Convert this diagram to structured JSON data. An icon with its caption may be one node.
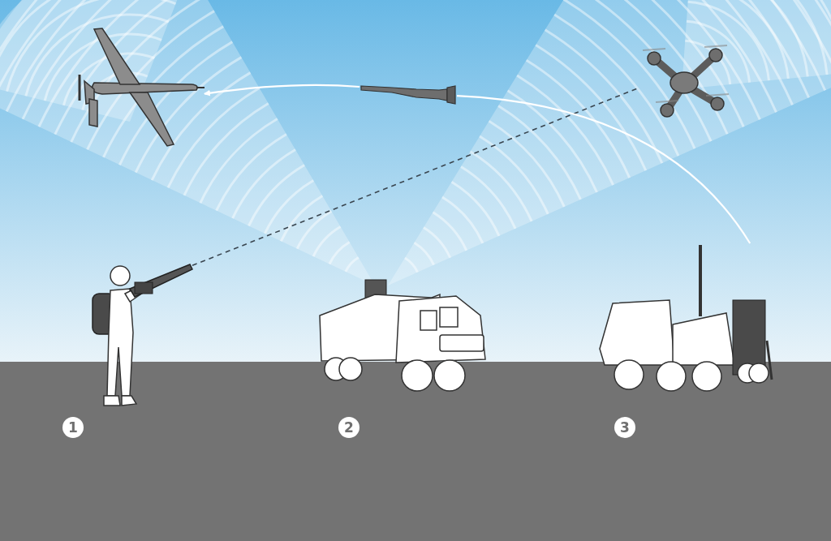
{
  "diagram": {
    "nodes": [
      {
        "text": [],
        "shape": "picture"
      },
      {
        "text": [],
        "shape": "picture"
      },
      {
        "text": [],
        "shape": "picture"
      },
      {
        "text": [],
        "shape": "picture"
      },
      {
        "text": [],
        "shape": "picture"
      },
      {
        "text": [],
        "shape": "picture"
      }
    ],
    "edges": [
      {
        "from": 3,
        "to": 2,
        "arrow": "none",
        "style": "dashed",
        "color": "#3a4650"
      },
      {
        "from": 5,
        "to": 1,
        "arrow": "none"
      },
      {
        "from": 1,
        "to": 0,
        "arrow": "to"
      }
    ],
    "labels": [
      "1",
      "2",
      "3"
    ]
  }
}
